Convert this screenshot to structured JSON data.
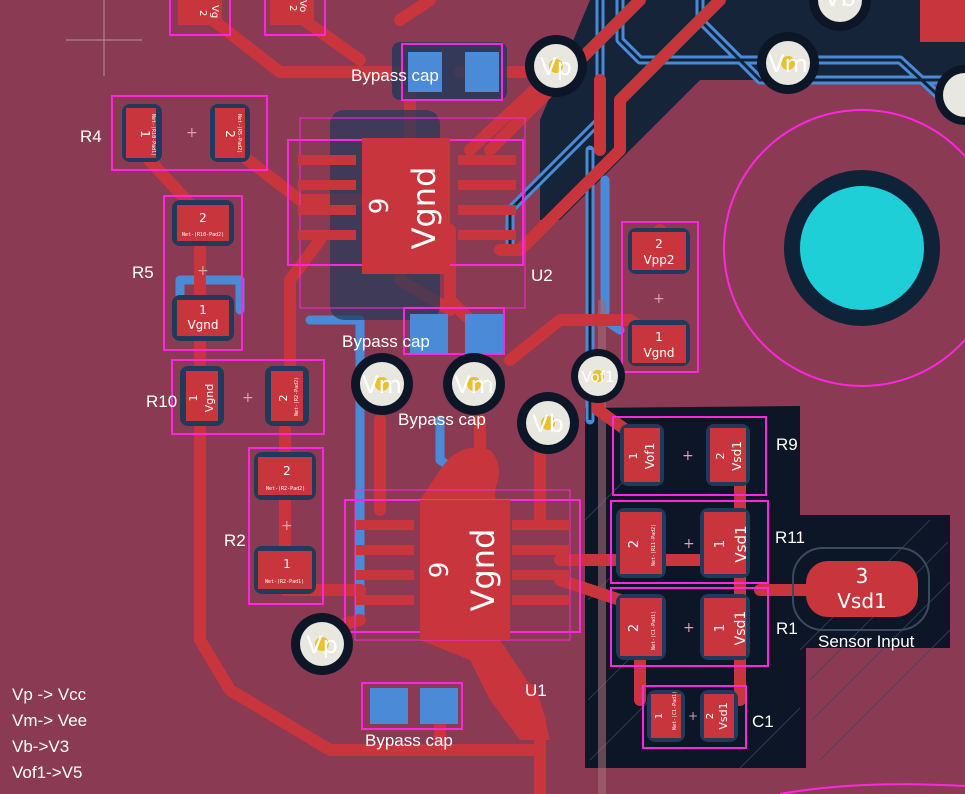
{
  "components": {
    "R4": {
      "ref": "R4",
      "pad1": "1",
      "pad2": "2",
      "pad1_tiny": "Net-(R10-Pad1)",
      "pad2_tiny": "Net-(R5-Pad2)"
    },
    "R5": {
      "ref": "R5",
      "pad1": "1",
      "pad1_net": "Vgnd",
      "pad2": "2",
      "pad2_tiny": "Net-(R10-Pad2)"
    },
    "R10": {
      "ref": "R10",
      "pad1": "1",
      "pad1_net": "Vgnd",
      "pad2": "2",
      "pad2_tiny": "Net-(R2-Pad2)"
    },
    "R2": {
      "ref": "R2",
      "pad1": "1",
      "pad2": "2",
      "pad1_tiny": "Net-(R2-Pad1)",
      "pad2_tiny": "Net-(R2-Pad2)"
    },
    "U2": {
      "ref": "U2",
      "ep_num": "9",
      "ep_net": "Vgnd"
    },
    "U1": {
      "ref": "U1",
      "ep_num": "9",
      "ep_net": "Vgnd"
    },
    "R_vpp": {
      "pad2": "2",
      "pad2_net": "Vpp2",
      "pad1": "1",
      "pad1_net": "Vgnd"
    },
    "R9": {
      "ref": "R9",
      "pad1": "1",
      "pad1_net": "Vof1",
      "pad2": "2",
      "pad2_net": "Vsd1"
    },
    "R11": {
      "ref": "R11",
      "pad2": "2",
      "pad2_tiny": "Net-(R11-Pad2)",
      "pad1": "1",
      "pad1_net": "Vsd1"
    },
    "R1": {
      "ref": "R1",
      "pad2": "2",
      "pad2_tiny": "Net-(C1-Pad1)",
      "pad1": "1",
      "pad1_net": "Vsd1"
    },
    "C1": {
      "ref": "C1",
      "pad1": "1",
      "pad1_tiny": "Net-(C1-Pad1)",
      "pad2": "2",
      "pad2_net": "Vsd1"
    },
    "J_sensor": {
      "pad_num": "3",
      "pad_net": "Vsd1",
      "label": "Sensor Input"
    }
  },
  "comments": {
    "bypass_1": "Bypass cap",
    "bypass_2": "Bypass cap",
    "bypass_3": "Bypass cap",
    "bypass_4": "Bypass cap"
  },
  "top_partial": {
    "left_pad_net": "Vg",
    "right_pad_net": "Vo",
    "left_pad_num": "2",
    "right_pad_num": "2"
  },
  "vias": {
    "vp_top": "Vp",
    "vm_top": "Vm",
    "vm_mid1": "Vm",
    "vm_mid2": "Vm",
    "vb": "Vb",
    "vof1": "Vof1",
    "vp_bottom": "Vp",
    "vb_topright": "Vb"
  },
  "legend": [
    "Vp -> Vcc",
    "Vm-> Vee",
    "Vb->V3",
    "Vof1->V5"
  ],
  "colors": {
    "board": "#8a3a52",
    "trace_front": "#c8353c",
    "trace_back": "#4a8ad6",
    "ground_fill": "#0f2338",
    "courtyard": "#ff26e2",
    "mounting_hole": "#1ecfd8",
    "via_ring": "#e8e8e0",
    "via_dot": "#e8c030"
  }
}
